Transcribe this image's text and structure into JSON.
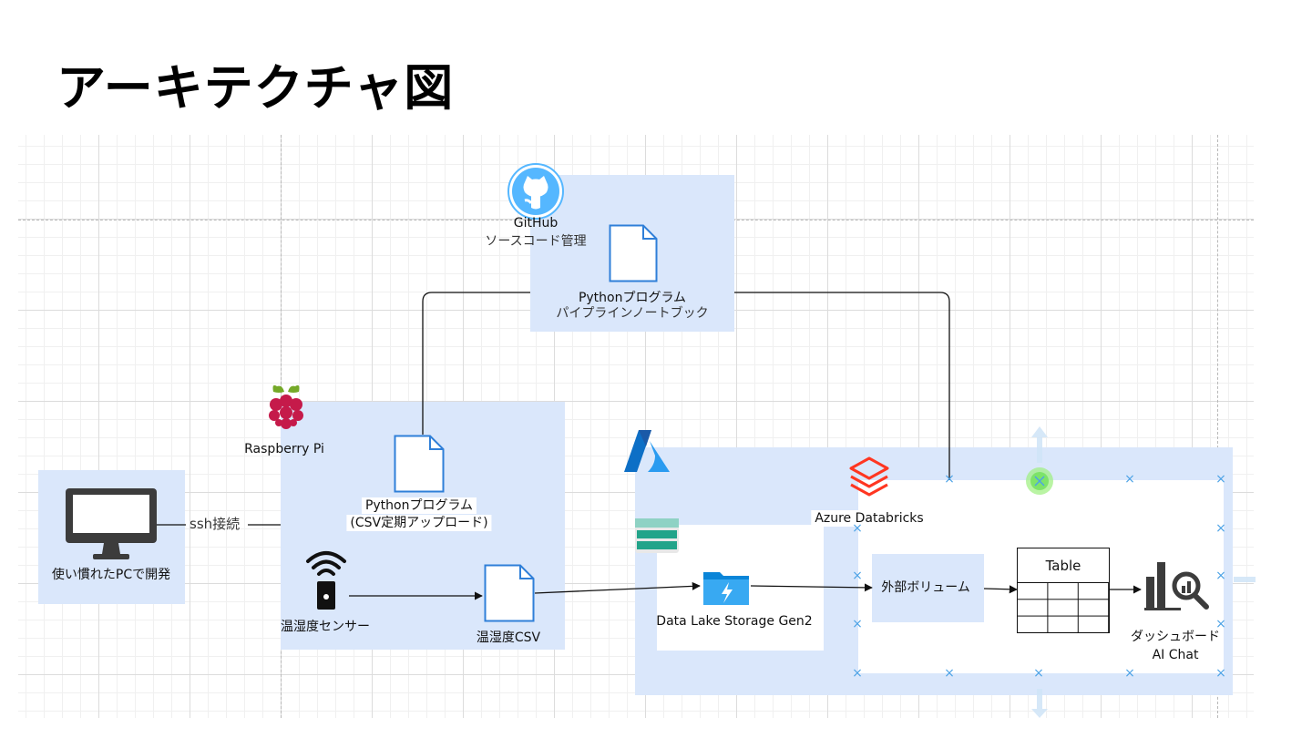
{
  "title": "アーキテクチャ図",
  "nodes": {
    "github": {
      "name": "GitHub",
      "subtitle": "ソースコード管理"
    },
    "github_file": {
      "line1": "Pythonプログラム",
      "line2": "パイプラインノートブック"
    },
    "raspberry": {
      "name": "Raspberry Pi"
    },
    "rpi_file": {
      "line1": "Pythonプログラム",
      "line2": "(CSV定期アップロード)"
    },
    "pc": {
      "name": "使い慣れたPCで開発"
    },
    "ssh": {
      "label": "ssh接続"
    },
    "sensor": {
      "name": "温湿度センサー"
    },
    "csv": {
      "name": "温湿度CSV"
    },
    "databricks": {
      "name": "Azure Databricks"
    },
    "datalake": {
      "name": "Data Lake Storage Gen2"
    },
    "volume": {
      "name": "外部ボリューム"
    },
    "table": {
      "name": "Table"
    },
    "dashboard": {
      "line1": "ダッシュボード",
      "line2": "AI Chat"
    }
  },
  "colors": {
    "panel": "#dae7fb",
    "file_stroke": "#2f7fd8",
    "github": "#55b7ff",
    "raspberry": "#c51a4a",
    "azure": "#0d6fc6",
    "databricks": "#ff3621",
    "storage": "#0a85d8",
    "handle": "#4da3e6"
  }
}
